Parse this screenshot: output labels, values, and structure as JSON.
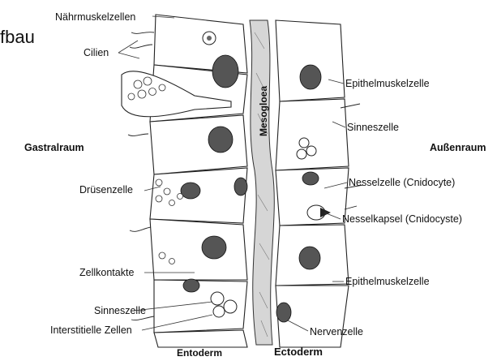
{
  "title_fragment": "fbau",
  "colors": {
    "ink": "#222222",
    "mesogloea": "#d9d9d9",
    "cell_fill": "#ffffff",
    "accent_gray": "#8c8c8c"
  },
  "layers": {
    "mesogloea": "Mesogloea",
    "entoderm": "Entoderm",
    "ectoderm": "Ectoderm",
    "gastralraum": "Gastralraum",
    "aussenraum": "Außenraum"
  },
  "labels_left": [
    "Nährmuskelzellen",
    "Cilien",
    "Drüsenzelle",
    "Zellkontakte",
    "Sinneszelle",
    "Interstitielle Zellen"
  ],
  "labels_right": [
    "Epithelmuskelzelle",
    "Sinneszelle",
    "Nesselzelle (Cnidocyte)",
    "Nesselkapsel (Cnidocyste)",
    "Epithelmuskelzelle",
    "Nervenzelle"
  ]
}
